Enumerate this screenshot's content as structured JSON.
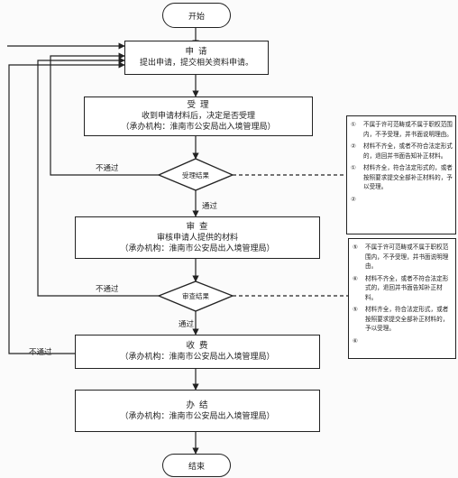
{
  "start": "开始",
  "end": "结束",
  "apply": {
    "title": "申  请",
    "line1": "提出申请，提交相关资料申请。"
  },
  "accept": {
    "title": "受  理",
    "line1": "收到申请材料后，决定是否受理",
    "line2": "（承办机构：淮南市公安局出入境管理局）"
  },
  "decision1": "受理结果",
  "review": {
    "title": "审  查",
    "line1": "审核申请人提供的材料",
    "line2": "（承办机构：淮南市公安局出入境管理局）"
  },
  "decision2": "审查结果",
  "fee": {
    "title": "收  费",
    "line1": "（承办机构：淮南市公安局出入境管理局）"
  },
  "finish": {
    "title": "办  结",
    "line1": "（承办机构：淮南市公安局出入境管理局）"
  },
  "labels": {
    "fail1": "不通过",
    "pass1": "通过",
    "fail2": "不通过",
    "pass2": "通过",
    "fail3": "不通过"
  },
  "note1": {
    "items": [
      {
        "num": "①",
        "text": "不属于许可范畴或不属于职权范围内，不予受理，并书面说明理由。"
      },
      {
        "num": "②",
        "text": "材料不齐全，或者不符合法定形式的，退回并书面告知补正材料。"
      },
      {
        "num": "①",
        "text": "材料齐全，符合法定形式的，或者按照要求提交全部补正材料的，予以受理。"
      },
      {
        "num": "②",
        "text": ""
      }
    ]
  },
  "note2": {
    "items": [
      {
        "num": "⑤",
        "text": "不属于许可范畴或不属于职权范围内，不予受理，并书面说明理由。"
      },
      {
        "num": "⑥",
        "text": "材料不齐全，或者不符合法定形式的，退回并书面告知补正材料。"
      },
      {
        "num": "⑤",
        "text": "材料齐全，符合法定形式，或者按照要求提交全部补正材料的，予以受理。"
      },
      {
        "num": "⑥",
        "text": ""
      }
    ]
  }
}
